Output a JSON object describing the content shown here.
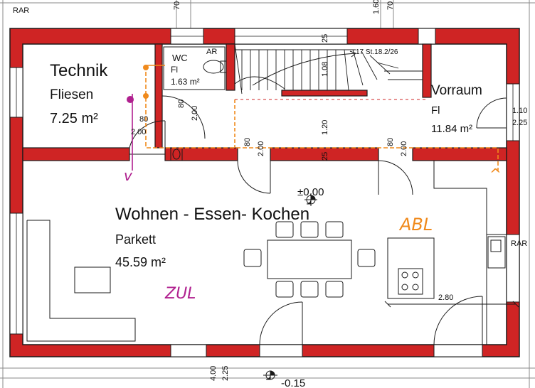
{
  "rooms": {
    "technik": {
      "name": "Technik",
      "floor": "Fliesen",
      "area": "7.25 m²"
    },
    "wc": {
      "name": "WC",
      "floor": "Fl",
      "area": "1.63 m²",
      "vent": "AR"
    },
    "vorraum": {
      "name": "Vorraum",
      "floor": "Fl",
      "area": "11.84 m²"
    },
    "living": {
      "name": "Wohnen - Essen- Kochen",
      "floor": "Parkett",
      "area": "45.59 m²"
    }
  },
  "stairs": {
    "label": "17 St.18.2/26"
  },
  "levels": {
    "main": "±0.00",
    "outside": "-0.15"
  },
  "dimensions": {
    "rar_top": "RAR",
    "rar_right": "RAR",
    "top_a": "70",
    "top_b": "1.60",
    "top_c": "70",
    "stair_25_top": "25",
    "stair_108": "1.08",
    "stair_120": "1.20",
    "stair_25_bottom": "25",
    "technik_door_w": "80",
    "technik_door_h": "2.00",
    "wc_door_w": "80",
    "wc_door_h": "2.00",
    "hall_door_w": "80",
    "hall_door_h": "2.00",
    "vorraum_door_w": "80",
    "vorraum_door_h": "2.00",
    "entry_w": "1.10",
    "entry_h": "2.25",
    "counter_len": "2.80",
    "bottom_w": "4.00",
    "bottom_h": "2.25"
  },
  "annotations": {
    "abl": "ABL",
    "zul": "ZUL",
    "arrow_left": "v",
    "arrow_right": "^"
  },
  "colors": {
    "wall_fill": "#cf2424",
    "wall_edge": "#1a1a1a",
    "supply": "#b0208f",
    "exhaust": "#f08a1c"
  }
}
